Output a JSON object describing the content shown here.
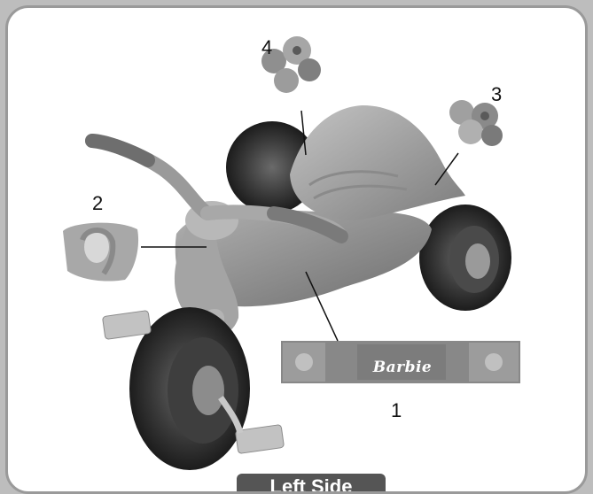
{
  "title_tab": "Left Side",
  "labels": {
    "decal_1": "1",
    "decal_2": "2",
    "decal_3": "3",
    "decal_4": "4"
  },
  "banner_text": "Barbie",
  "colors": {
    "frame_border": "#9a9a9a",
    "tab_bg": "#555555",
    "body_gray": "#8f8f8f",
    "tire_dark": "#2e2e2e"
  }
}
